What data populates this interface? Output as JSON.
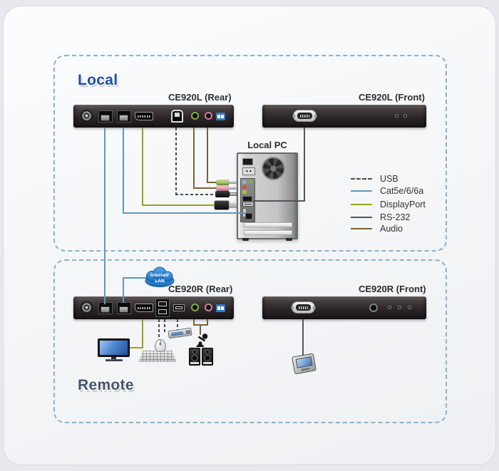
{
  "diagram": {
    "sections": {
      "local": {
        "label": "Local",
        "rear_device": "CE920L (Rear)",
        "front_device": "CE920L (Front)",
        "pc_label": "Local PC"
      },
      "remote": {
        "label": "Remote",
        "rear_device": "CE920R (Rear)",
        "front_device": "CE920R (Front)",
        "cloud_line1": "Internet/",
        "cloud_line2": "LAN"
      }
    },
    "legend": {
      "items": [
        {
          "label": "USB",
          "style": "dashed",
          "color": "#48494b"
        },
        {
          "label": "Cat5e/6/6a",
          "style": "solid",
          "color": "#6495bd"
        },
        {
          "label": "DisplayPort",
          "style": "solid",
          "color": "#96a41f"
        },
        {
          "label": "RS-232",
          "style": "solid",
          "color": "#55565a"
        },
        {
          "label": "Audio",
          "style": "solid",
          "color": "#7d6134"
        }
      ]
    },
    "connections": [
      {
        "type": "Cat5e/6/6a",
        "from": "CE920L RJ-45",
        "to": "CE920R RJ-45"
      },
      {
        "type": "Cat5e/6/6a",
        "from": "CE920L RJ-45",
        "to": "Local PC LAN port"
      },
      {
        "type": "Cat5e/6/6a",
        "from": "CE920R RJ-45",
        "to": "Internet/LAN"
      },
      {
        "type": "DisplayPort",
        "from": "CE920L",
        "to": "Local PC"
      },
      {
        "type": "DisplayPort",
        "from": "CE920R",
        "to": "Monitor"
      },
      {
        "type": "USB",
        "from": "CE920L USB Type-B",
        "to": "Local PC USB"
      },
      {
        "type": "USB",
        "from": "CE920R USB Type-A",
        "to": "Keyboard / Mouse"
      },
      {
        "type": "USB",
        "from": "CE920R USB Type-A",
        "to": "USB peripheral"
      },
      {
        "type": "Audio",
        "from": "CE920L audio jacks",
        "to": "Local PC audio"
      },
      {
        "type": "Audio",
        "from": "CE920R audio jacks",
        "to": "Microphone / Speakers"
      },
      {
        "type": "RS-232",
        "from": "CE920L front DB9",
        "to": "Local PC serial port"
      },
      {
        "type": "RS-232",
        "from": "CE920R front DB9",
        "to": "Serial touch device"
      }
    ],
    "icon_colors": {
      "cloud_fill_top": "#5aa7e8",
      "cloud_fill_bottom": "#1668bd",
      "audio_jack_green": "#7fae3f",
      "audio_jack_pink": "#cf7fa0",
      "unit_badge_blue": "#2c7cd1",
      "dashed_box_border": "#86b2d3"
    }
  }
}
